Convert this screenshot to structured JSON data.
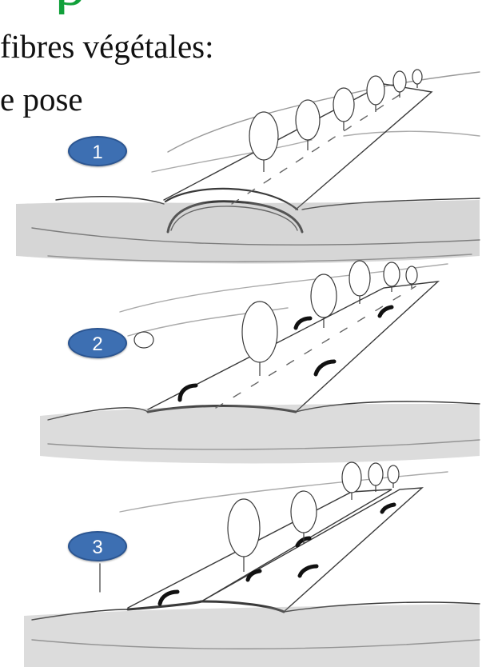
{
  "title": {
    "glyph": "p",
    "line1": "fibres végétales:",
    "line2": "e pose"
  },
  "steps": [
    {
      "label": "1"
    },
    {
      "label": "2"
    },
    {
      "label": "3"
    }
  ],
  "colors": {
    "badge_fill": "#3d6fb2",
    "title_accent": "#11a03a",
    "pencil": "#3a3a3a"
  }
}
